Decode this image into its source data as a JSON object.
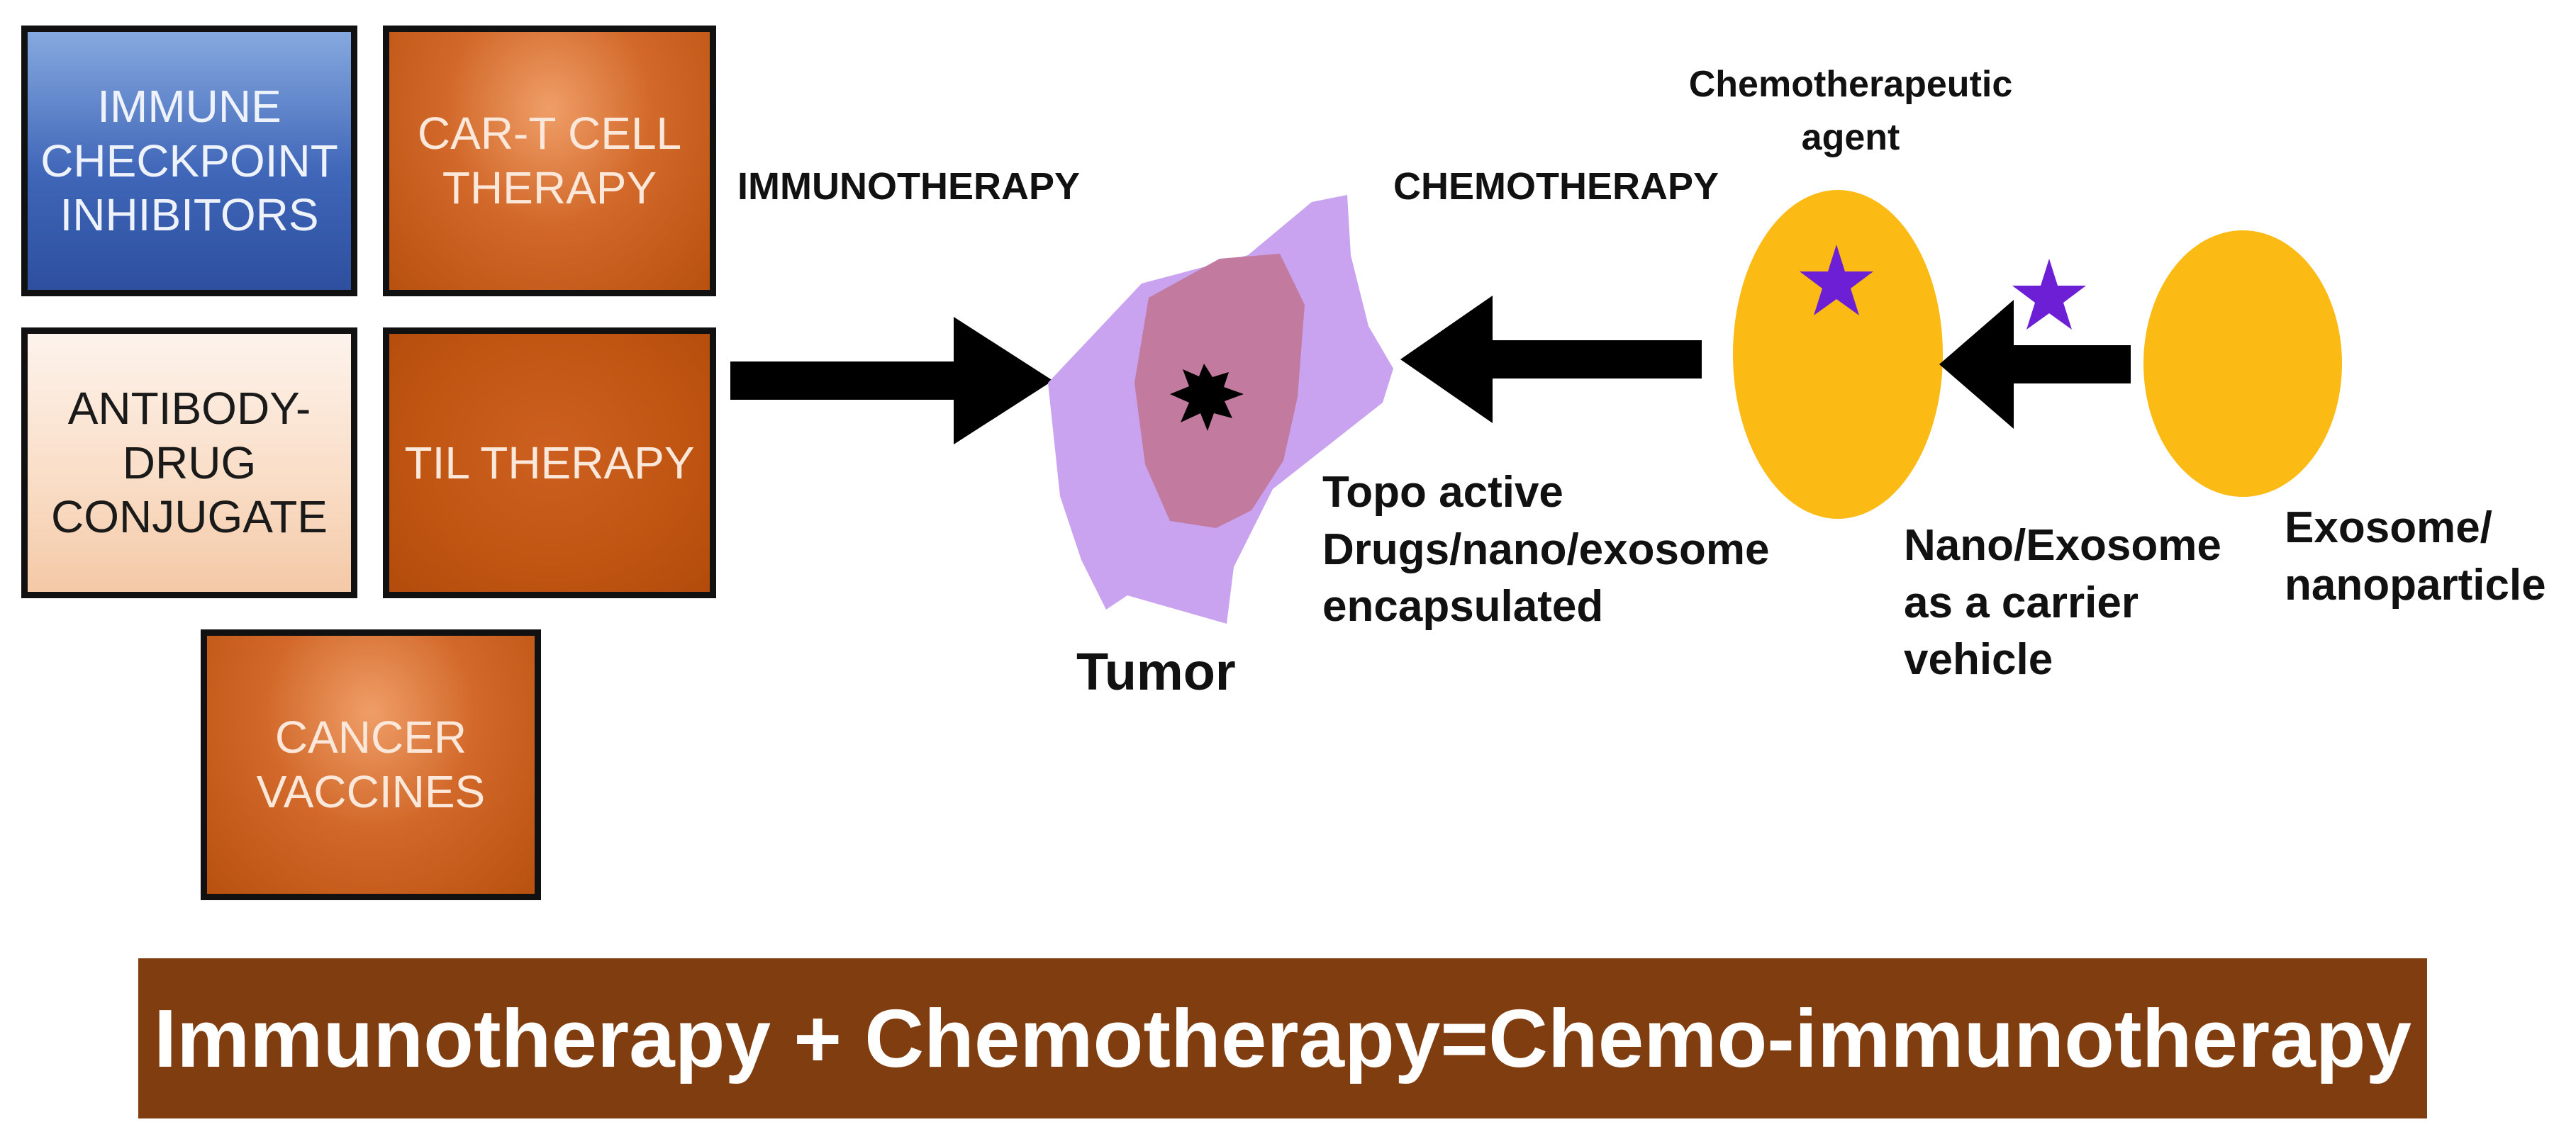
{
  "boxes": {
    "immune_checkpoint": "IMMUNE\nCHECKPOINT\nINHIBITORS",
    "car_t": "CAR-T CELL\nTHERAPY",
    "antibody_drug": "ANTIBODY-\nDRUG\nCONJUGATE",
    "til": "TIL THERAPY",
    "cancer_vaccines": "CANCER\nVACCINES"
  },
  "labels": {
    "immunotherapy": "IMMUNOTHERAPY",
    "chemotherapy": "CHEMOTHERAPY",
    "chemotherapeutic_agent": "Chemotherapeutic\nagent",
    "tumor": "Tumor",
    "topo_active": "Topo active\nDrugs/nano/exosome\nencapsulated",
    "nano_exosome_carrier": "Nano/Exosome\nas a carrier\nvehicle",
    "exosome_nanoparticle": "Exosome/\nnanoparticle"
  },
  "banner": {
    "text": "Immunotherapy + Chemotherapy=Chemo-immunotherapy"
  },
  "colors": {
    "box_blue": "#3f66b8",
    "box_orange": "#c05512",
    "box_peach": "#f9dcc4",
    "tumor_outer": "#c9a2f0",
    "tumor_inner": "#c27a9e",
    "carrier_yellow": "#fbba14",
    "star_purple": "#6c1fd4",
    "banner_bg": "#803e10"
  },
  "icons": {
    "tumor_core": "starburst-icon",
    "drug": "star-icon",
    "arrows": "arrow-icon"
  }
}
